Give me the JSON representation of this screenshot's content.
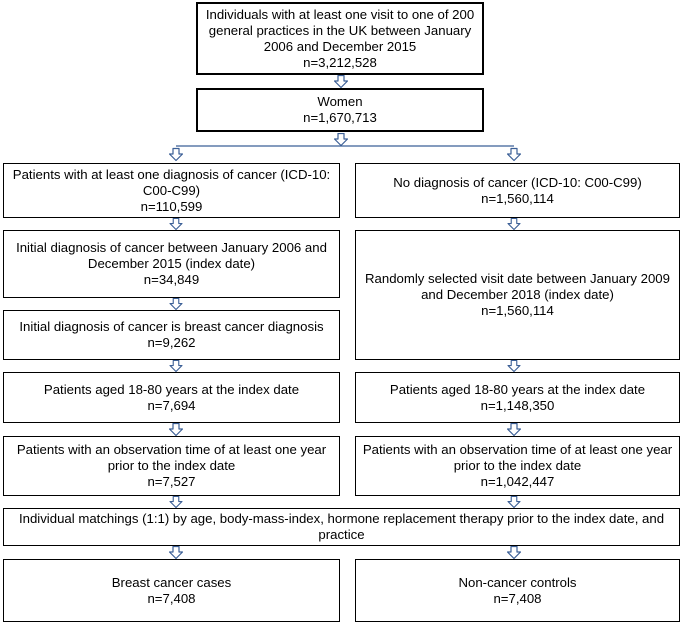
{
  "boxes": {
    "start": "Individuals with at least one visit to one of 200\ngeneral practices in the UK between January\n2006 and December 2015\nn=3,212,528",
    "women": "Women\nn=1,670,713",
    "cancer_dx": "Patients with at least one diagnosis of cancer  (ICD-10:\nC00-C99)\nn=110,599",
    "initial_dx": "Initial diagnosis of cancer between January 2006 and\nDecember 2015 (index date)\nn=34,849",
    "breast_dx": "Initial diagnosis of cancer is breast cancer diagnosis\nn=9,262",
    "aged_cases": "Patients aged 18-80 years at the  index date\nn=7,694",
    "obs_cases": "Patients with an observation time of at least one year\nprior to the index date\nn=7,527",
    "no_cancer": "No diagnosis of cancer (ICD-10: C00-C99)\nn=1,560,114",
    "random_visit": "Randomly selected visit date between January 2009\nand December 2018 (index date)\nn=1,560,114",
    "aged_controls": "Patients aged 18-80 years at the  index date\nn=1,148,350",
    "obs_controls": "Patients with an observation time of at least one year\nprior to the index date\nn=1,042,447",
    "matching": "Individual matchings (1:1) by age, body-mass-index, hormone replacement therapy prior to the index date, and\npractice",
    "cases": "Breast cancer cases\nn=7,408",
    "controls": "Non-cancer controls\nn=7,408"
  }
}
